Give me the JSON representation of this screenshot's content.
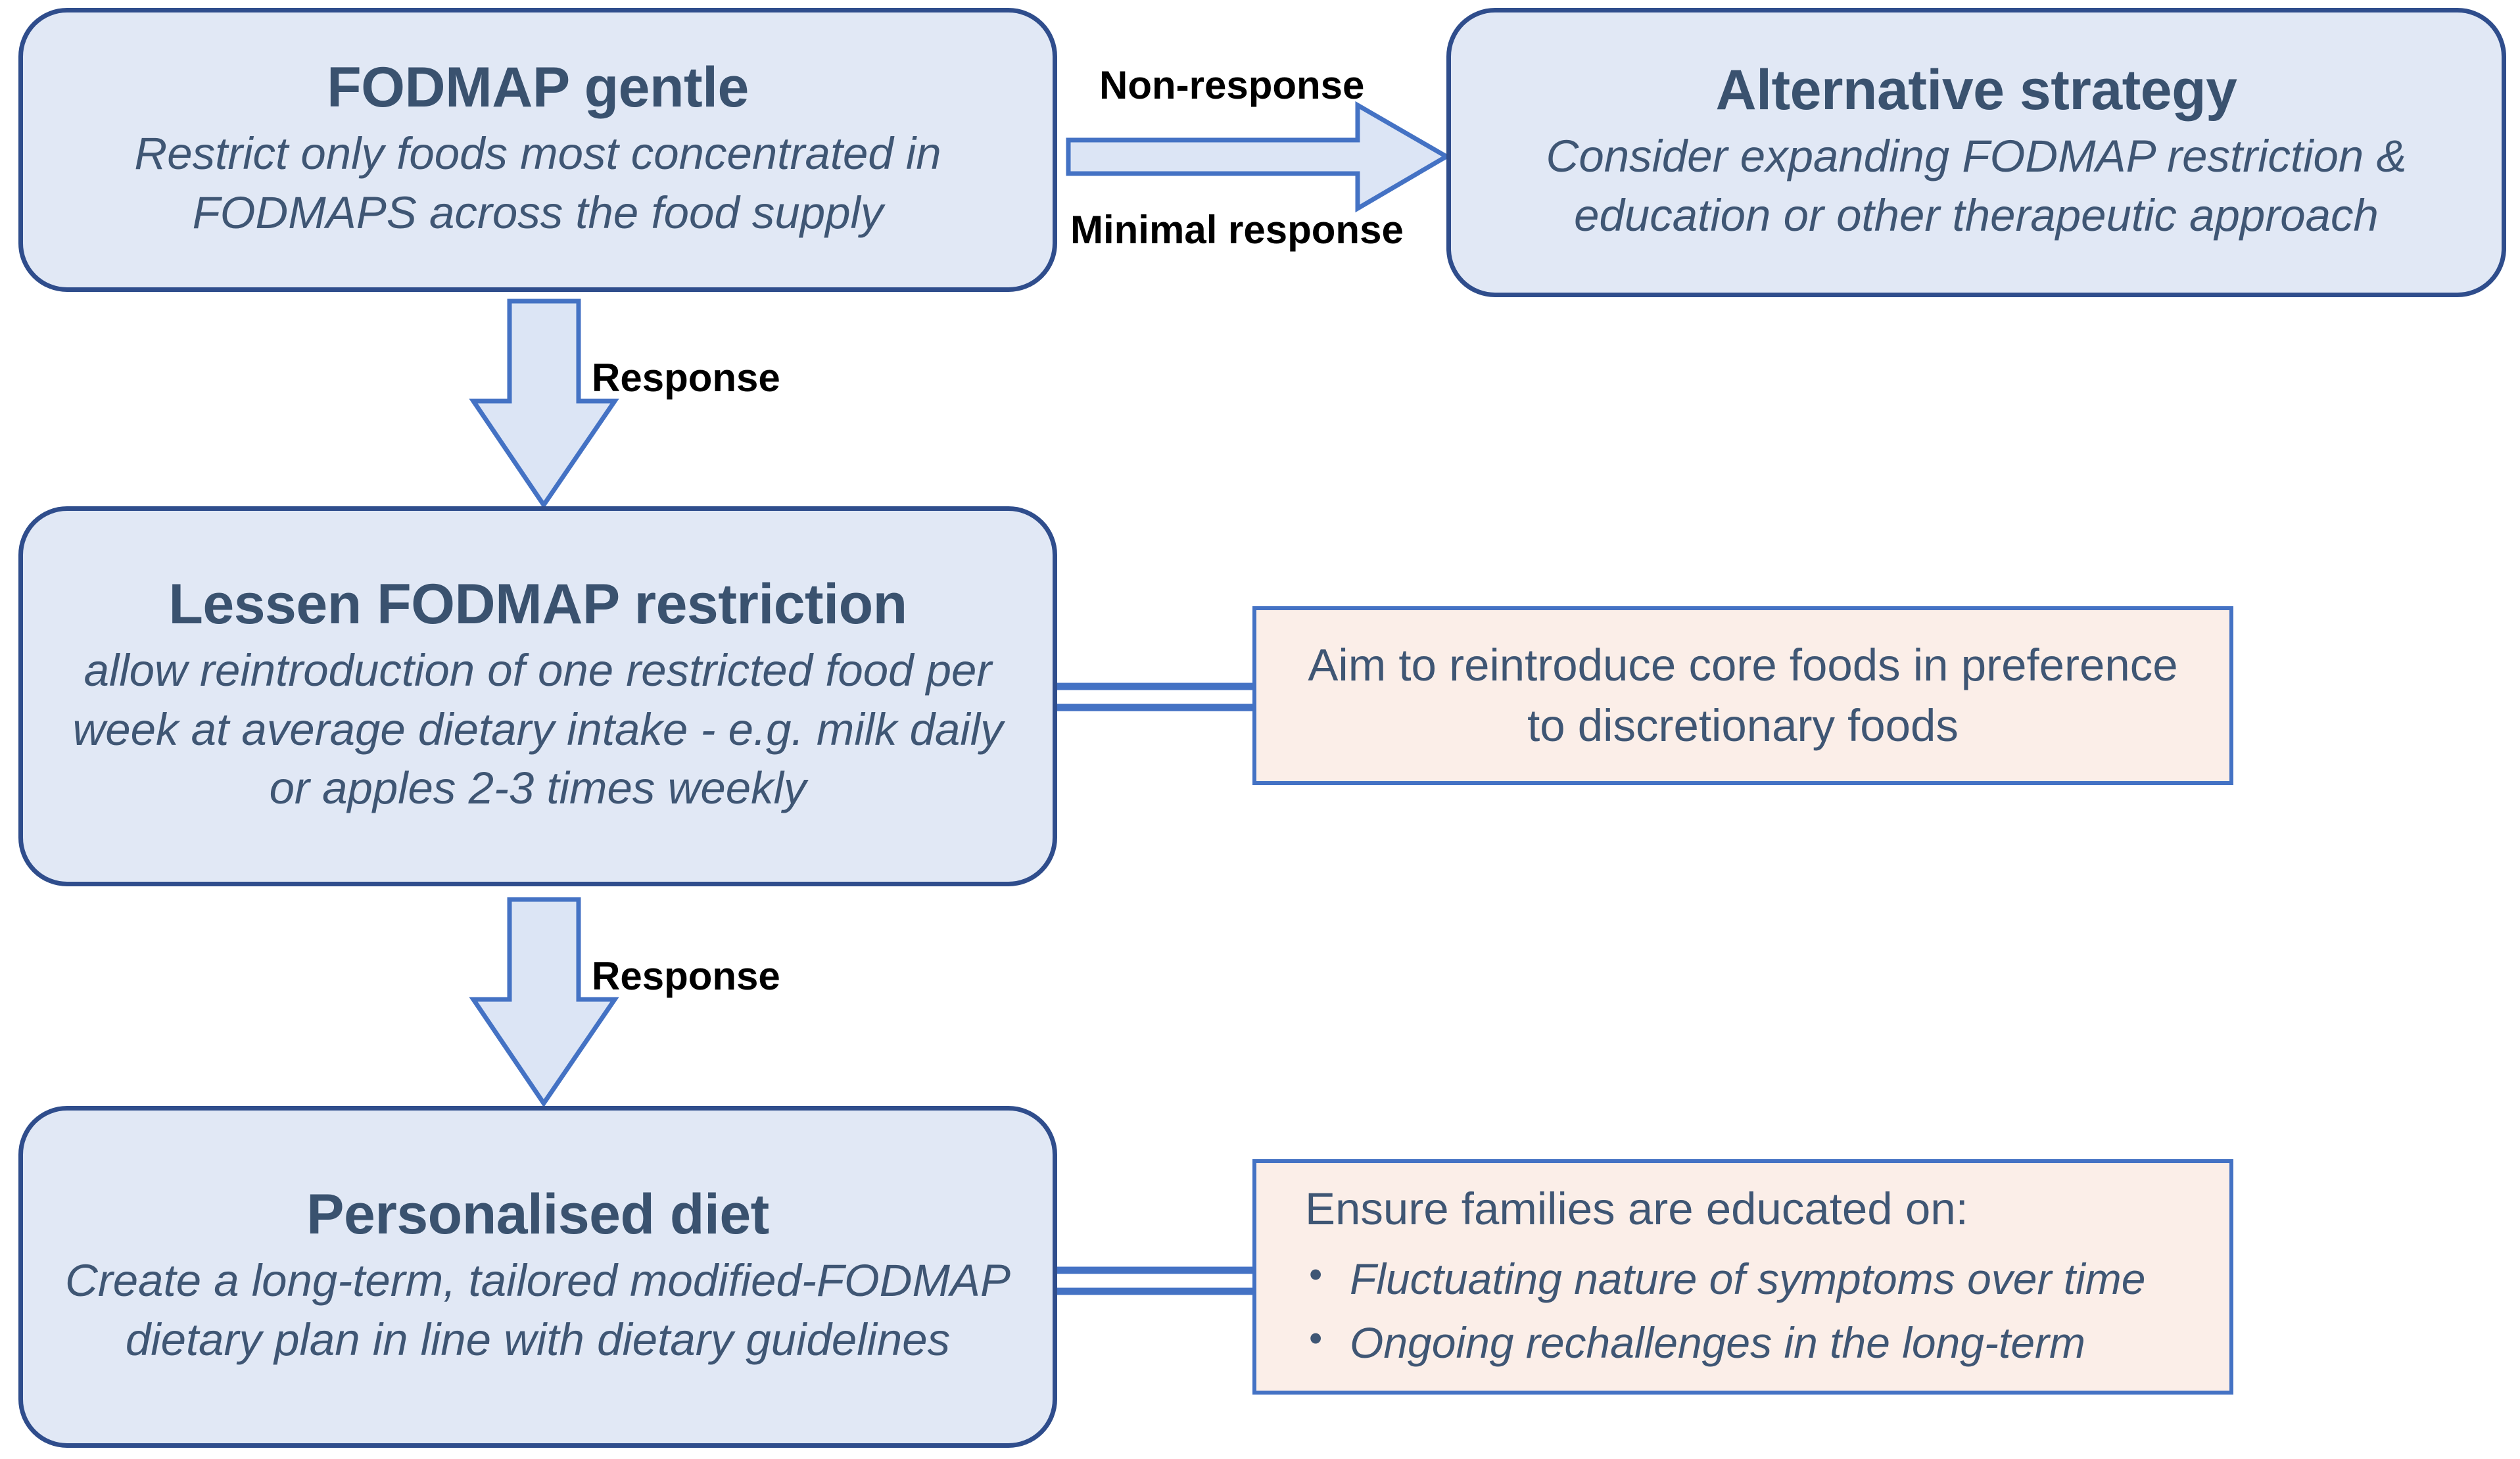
{
  "diagram": {
    "title": "FODMAP gentle stepped dietary management flowchart",
    "colors": {
      "box_fill": "#E1E8F5",
      "box_border": "#2F4D8C",
      "note_fill": "#FBEEE8",
      "note_border": "#4472C4",
      "arrow_fill": "#DCE5F5",
      "arrow_stroke": "#4472C4",
      "text": "#3F5674",
      "label_text": "#000000"
    },
    "nodes": [
      {
        "id": "fodmap-gentle",
        "title": "FODMAP gentle",
        "body": "Restrict only foods most concentrated in FODMAPS across the food supply"
      },
      {
        "id": "alternative-strategy",
        "title": "Alternative strategy",
        "body": "Consider expanding FODMAP restriction & education or other therapeutic approach"
      },
      {
        "id": "lessen-fodmap-restriction",
        "title": "Lessen FODMAP restriction",
        "body": "allow reintroduction of one restricted food per week at average dietary intake - e.g. milk daily or apples 2-3 times weekly"
      },
      {
        "id": "personalised-diet",
        "title": "Personalised diet",
        "body": "Create a long-term, tailored modified-FODMAP dietary plan in line with dietary guidelines"
      }
    ],
    "notes": [
      {
        "id": "note-core-foods",
        "text": "Aim to reintroduce core foods in preference to discretionary foods"
      },
      {
        "id": "note-education",
        "heading": "Ensure families are educated on:",
        "bullets": [
          "Fluctuating nature of symptoms over time",
          "Ongoing rechallenges in the long-term"
        ],
        "bullet_glyph": "•"
      }
    ],
    "edges": [
      {
        "id": "edge-non-response",
        "label": "Non-response",
        "from": "fodmap-gentle",
        "to": "alternative-strategy"
      },
      {
        "id": "edge-minimal-response",
        "label": "Minimal response",
        "from": "fodmap-gentle",
        "to": "alternative-strategy"
      },
      {
        "id": "edge-response-1",
        "label": "Response",
        "from": "fodmap-gentle",
        "to": "lessen-fodmap-restriction"
      },
      {
        "id": "edge-response-2",
        "label": "Response",
        "from": "lessen-fodmap-restriction",
        "to": "personalised-diet"
      }
    ]
  }
}
